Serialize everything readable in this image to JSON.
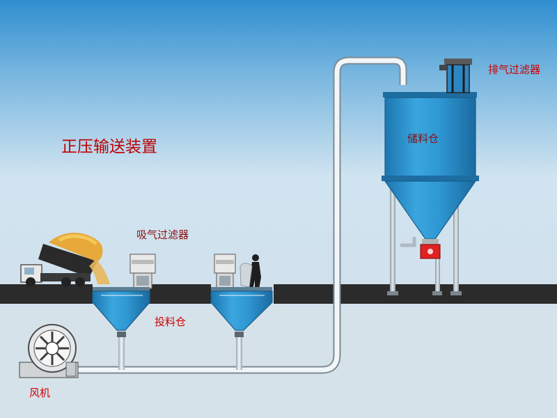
{
  "diagram": {
    "title": "正压输送装置",
    "labels": {
      "exhaust_filter": "排气过滤器",
      "storage_silo": "储料仓",
      "suction_filter": "吸气过滤器",
      "feed_hopper": "投料仓",
      "blower": "风机"
    }
  },
  "colors": {
    "sky_top": "#2f8ecf",
    "sky_bottom": "#d4e1ea",
    "ground": "#2b2b2b",
    "pipe": "#eef4f8",
    "pipe_stroke": "#7a8892",
    "tank": "#2f97d3",
    "tank_dark": "#1b6fa6",
    "label_red": "#d00000"
  }
}
